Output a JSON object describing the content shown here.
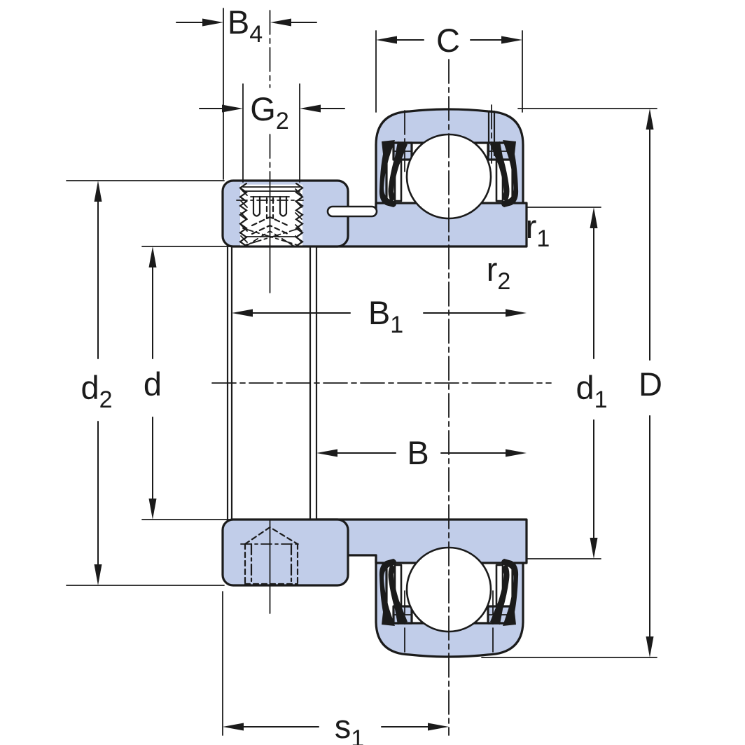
{
  "drawing": {
    "type": "bearing-cross-section",
    "description": "Insert ball bearing with eccentric locking collar, sectional dimension drawing"
  },
  "colors": {
    "part_fill": "#c1cde9",
    "line": "#1b1b1b",
    "background": "#ffffff"
  },
  "labels": {
    "b4": {
      "main": "B",
      "sub": "4"
    },
    "g2": {
      "main": "G",
      "sub": "2"
    },
    "c": {
      "main": "C",
      "sub": ""
    },
    "r1": {
      "main": "r",
      "sub": "1"
    },
    "r2": {
      "main": "r",
      "sub": "2"
    },
    "b1": {
      "main": "B",
      "sub": "1"
    },
    "b": {
      "main": "B",
      "sub": ""
    },
    "d2": {
      "main": "d",
      "sub": "2"
    },
    "d": {
      "main": "d",
      "sub": ""
    },
    "d1": {
      "main": "d",
      "sub": "1"
    },
    "dcap": {
      "main": "D",
      "sub": ""
    },
    "s1": {
      "main": "s",
      "sub": "1"
    }
  }
}
